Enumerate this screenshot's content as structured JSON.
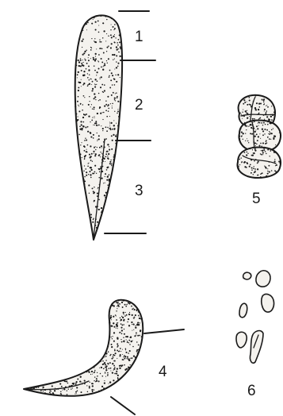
{
  "figure": {
    "labels": {
      "fig1": "1",
      "fig2": "2",
      "fig3": "3",
      "fig4": "4",
      "fig5": "5",
      "fig6": "6"
    },
    "line_color": "#1a1a1a",
    "fill_color": "#f4f2ee"
  }
}
